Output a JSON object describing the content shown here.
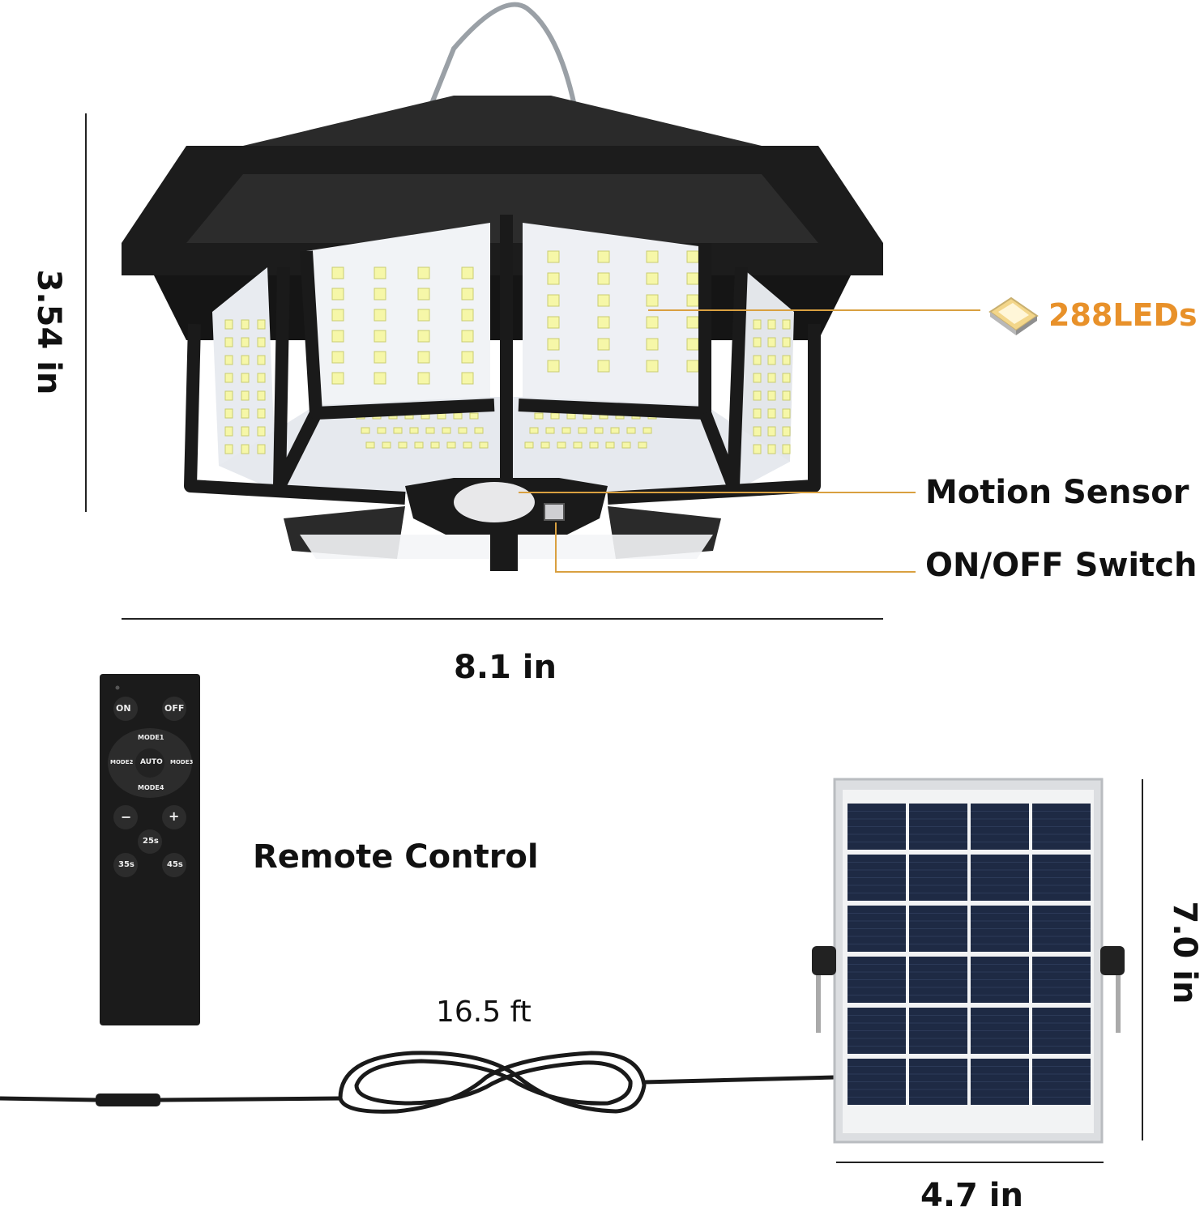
{
  "dimensions": {
    "lamp_height": "3.54 in",
    "lamp_width": "8.1 in",
    "panel_height": "7.0 in",
    "panel_width": "4.7 in",
    "cable_length": "16.5 ft"
  },
  "callouts": {
    "leds": "288LEDs",
    "motion_sensor": "Motion Sensor",
    "switch": "ON/OFF Switch"
  },
  "remote": {
    "caption": "Remote Control",
    "buttons": {
      "on": "ON",
      "off": "OFF",
      "mode1": "MODE1",
      "mode2": "MODE2",
      "mode3": "MODE3",
      "mode4": "MODE4",
      "auto": "AUTO",
      "minus": "−",
      "plus": "+",
      "t25": "25s",
      "t35": "35s",
      "t45": "45s"
    }
  },
  "colors": {
    "accent_orange": "#E8912A",
    "leader_line": "#D9A040",
    "housing": "#1c1c1c",
    "led_panel": "#eef0f4",
    "solar_cell": "#1e2a44",
    "frame": "#d8dadd"
  }
}
